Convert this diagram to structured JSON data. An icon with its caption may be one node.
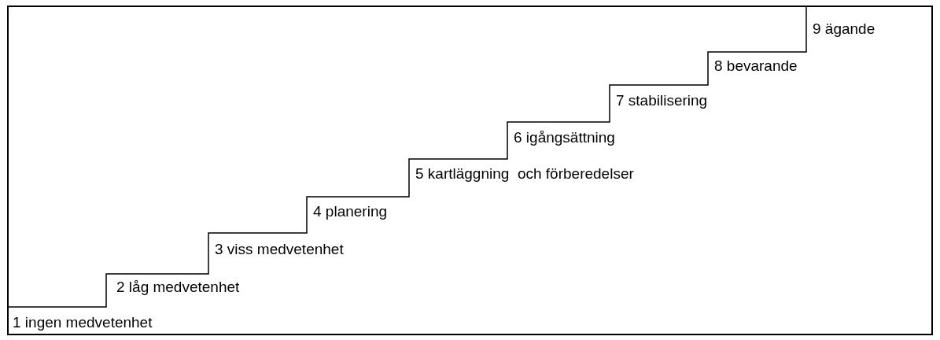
{
  "diagram": {
    "labels": [
      "9 ägande",
      "8 bevarande",
      "7 stabilisering",
      "6 igångsättning",
      "5 kartläggning  och förberedelser",
      "4 planering",
      "3 viss medvetenhet",
      "2 låg medvetenhet",
      "1 ingen medvetenhet"
    ]
  }
}
